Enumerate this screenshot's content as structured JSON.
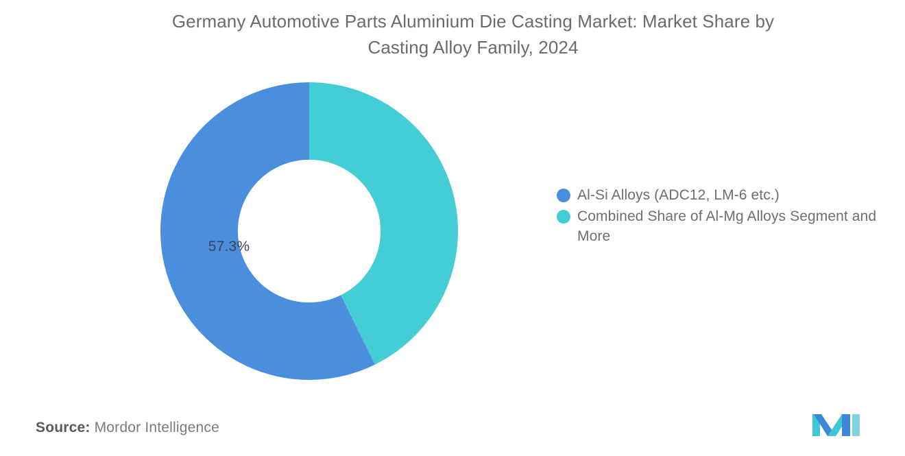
{
  "chart_data": {
    "type": "pie",
    "variant": "donut",
    "title": "Germany Automotive Parts Aluminium Die Casting Market: Market Share by Casting Alloy Family, 2024",
    "title_lines": [
      "Germany Automotive Parts Aluminium Die Casting Market: Market Share by",
      "Casting Alloy Family, 2024"
    ],
    "categories": [
      "Al-Si Alloys (ADC12, LM-6 etc.)",
      "Combined Share of Al-Mg Alloys Segment and More"
    ],
    "values": [
      57.3,
      42.7
    ],
    "value_labels": [
      "57.3%",
      ""
    ],
    "colors": [
      "#4a8fdd",
      "#45cdd6"
    ],
    "units": "percent",
    "total": 100,
    "start_angle_deg": 0,
    "direction": "counterclockwise-first-slice",
    "inner_radius_ratio": 0.48,
    "xlabel": "",
    "ylabel": "",
    "grid": false,
    "legend_position": "right",
    "annotations": []
  },
  "legend": {
    "items": [
      {
        "label": "Al-Si Alloys (ADC12, LM-6 etc.)",
        "color": "#4a8fdd"
      },
      {
        "label": "Combined Share of Al-Mg Alloys Segment and More",
        "color": "#45cdd6"
      }
    ]
  },
  "footer": {
    "source_label": "Source:",
    "source_value": "Mordor Intelligence"
  },
  "brand": {
    "logo_name": "mordor-intelligence-monogram",
    "colors": {
      "teal": "#3fc8d4",
      "blue": "#3d86d8",
      "light": "#7fd4e0"
    }
  },
  "theme": {
    "background": "#ffffff",
    "title_color": "#6b6b6b",
    "legend_text_color": "#6d6e71",
    "slice_label_color": "#3c4456"
  }
}
